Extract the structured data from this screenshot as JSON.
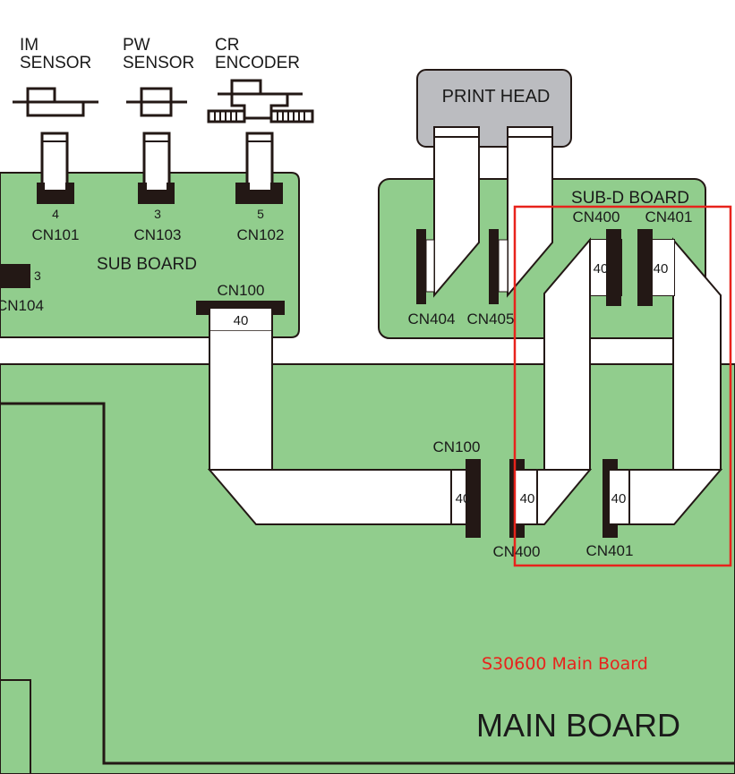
{
  "colors": {
    "board_green": "#91cd8d",
    "outline": "#231815",
    "print_head_gray": "#bbbcc0",
    "cable_white": "#ffffff",
    "highlight_red": "#e8231c"
  },
  "sensors": [
    {
      "line1": "IM",
      "line2": "SENSOR",
      "icon": "im-sensor-icon"
    },
    {
      "line1": "PW",
      "line2": "SENSOR",
      "icon": "pw-sensor-icon"
    },
    {
      "line1": "CR",
      "line2": "ENCODER",
      "icon": "cr-encoder-icon"
    }
  ],
  "sub_board": {
    "title": "SUB BOARD",
    "connectors": [
      {
        "name": "CN101",
        "pins": "4"
      },
      {
        "name": "CN103",
        "pins": "3"
      },
      {
        "name": "CN102",
        "pins": "5"
      },
      {
        "name": "CN104",
        "pins": "3"
      },
      {
        "name": "CN100",
        "pins": "40"
      }
    ]
  },
  "print_head": {
    "title": "PRINT HEAD"
  },
  "sub_d_board": {
    "title": "SUB-D BOARD",
    "connectors": [
      {
        "name": "CN404"
      },
      {
        "name": "CN405"
      },
      {
        "name": "CN400",
        "pins": "40"
      },
      {
        "name": "CN401",
        "pins": "40"
      }
    ]
  },
  "main_board": {
    "title": "MAIN BOARD",
    "annotation": "S30600 Main Board",
    "connectors": [
      {
        "name": "CN100",
        "pins": "40"
      },
      {
        "name": "CN400",
        "pins": "40"
      },
      {
        "name": "CN401",
        "pins": "40"
      }
    ]
  }
}
